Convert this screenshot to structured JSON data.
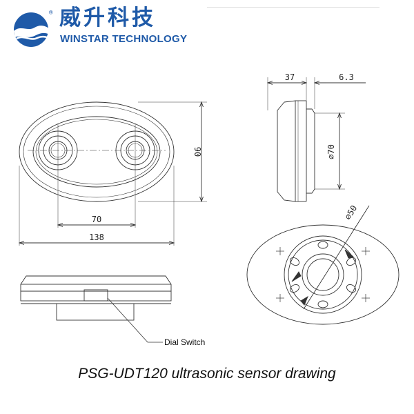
{
  "header": {
    "brand_cn": "威升科技",
    "brand_en": "WINSTAR TECHNOLOGY",
    "registered_mark": "®",
    "brand_color": "#1f5aa8"
  },
  "drawing": {
    "top_view": {
      "dim_width": "138",
      "dim_hole_spacing": "70",
      "dim_height": "90"
    },
    "side_view": {
      "dim_depth": "37",
      "dim_flange": "6.3",
      "dim_diameter": "⌀70"
    },
    "rear_view": {
      "dim_diameter": "⌀50"
    },
    "front_view": {
      "callout": "Dial Switch"
    }
  },
  "caption": "PSG-UDT120 ultrasonic sensor  drawing"
}
